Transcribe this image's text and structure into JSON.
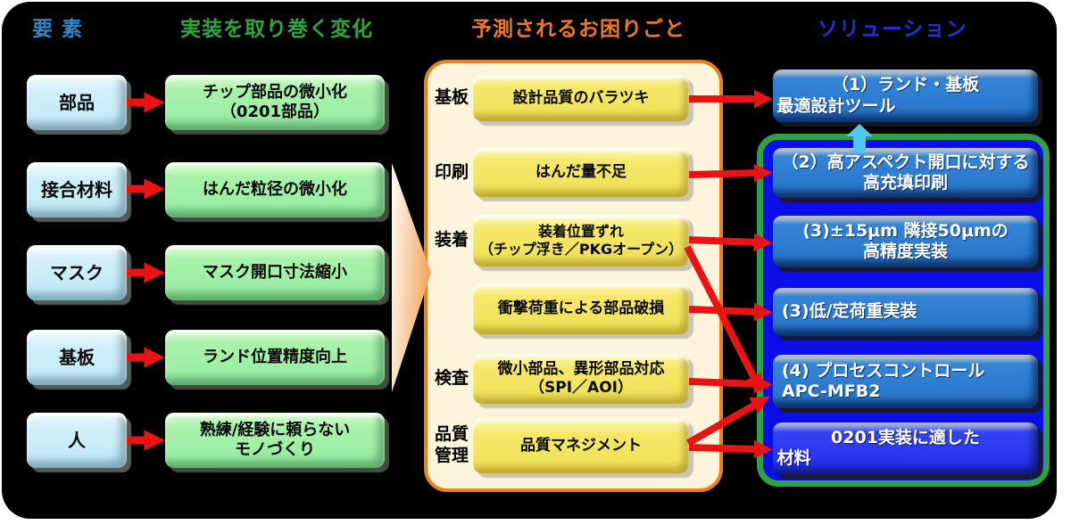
{
  "headers": {
    "elements": "要 素",
    "changes": "実装を取り巻く変化",
    "problems": "予測されるお困りごと",
    "solutions": "ソリューション"
  },
  "elements": [
    "部品",
    "接合材料",
    "マスク",
    "基板",
    "人"
  ],
  "changes": [
    "チップ部品の微小化\n（0201部品）",
    "はんだ粒径の微小化",
    "マスク開口寸法縮小",
    "ランド位置精度向上",
    "熟練/経験に頼らない\nモノづくり"
  ],
  "stages": [
    "基板",
    "印刷",
    "装着",
    "検査",
    "品質\n管理"
  ],
  "problems": [
    "設計品質のバラツキ",
    "はんだ量不足",
    "装着位置ずれ\n（チップ浮き／PKGオープン）",
    "衝撃荷重による部品破損",
    "微小部品、異形部品対応\n（SPI／AOI）",
    "品質マネジメント"
  ],
  "solutions": [
    {
      "line1": "（1）ランド・基板",
      "line2": "最適設計ツール"
    },
    {
      "line1": "（2）高アスペクト開口に対する",
      "line2": "高充填印刷"
    },
    {
      "line1": "(3)±15μm 隣接50μmの",
      "line2": "高精度実装"
    },
    {
      "line1": "(3)低/定荷重実装",
      "line2": ""
    },
    {
      "line1": "(4) プロセスコントロール",
      "line2": "APC-MFB2"
    },
    {
      "line1": "0201実装に適した",
      "line2": "材料"
    }
  ],
  "colors": {
    "background": "#000000",
    "header_elements": "#2e86c8",
    "header_changes": "#2fa53c",
    "header_problems": "#ee7722",
    "header_solutions": "#2030d8",
    "element_box": "#c6ebf7",
    "change_box": "#9cefa4",
    "problem_box": "#f2e45e",
    "solution_box": "#2a78cc",
    "problems_container_fill": "#fcf5dc",
    "problems_container_border": "#e8821e",
    "solutions_container_fill": "#0d0de8",
    "solutions_container_border": "#2fa048",
    "arrow_red": "#e81414",
    "arrow_cyan": "#4ec7f2",
    "arrow_peach": "#f2a660"
  }
}
